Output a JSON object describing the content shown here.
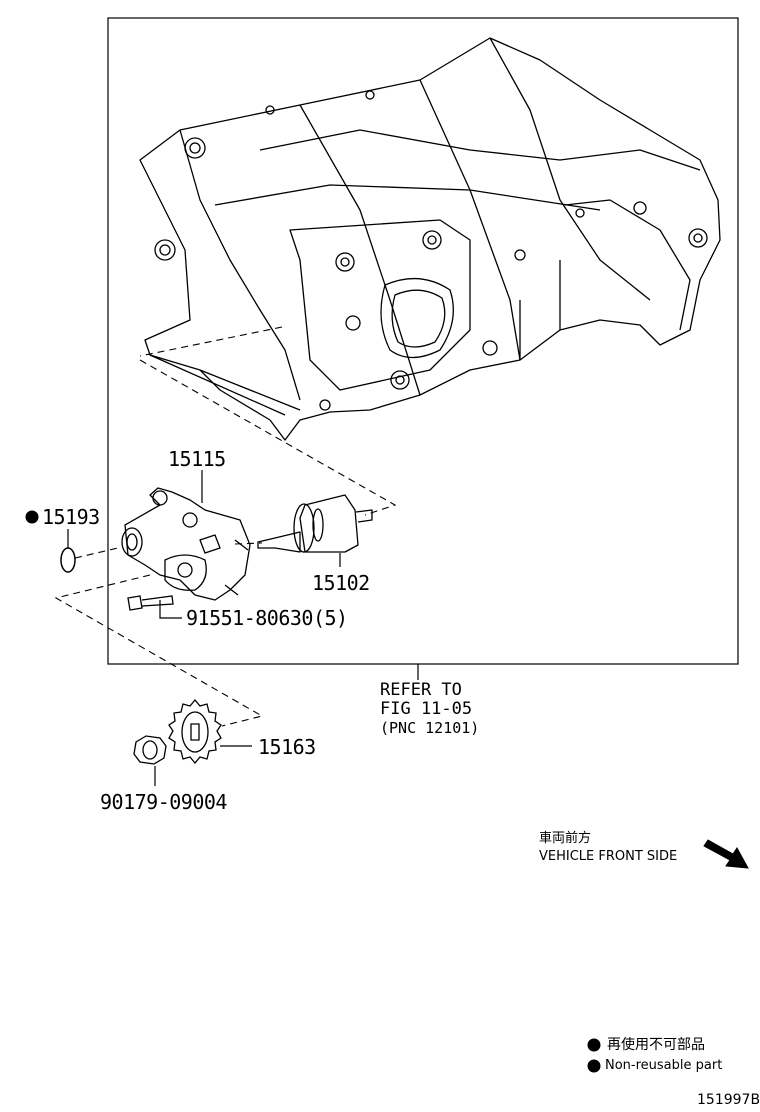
{
  "callouts": {
    "p15115": "15115",
    "p15193": "15193",
    "p15102": "15102",
    "p91551": "91551-80630(5)",
    "p15163": "15163",
    "p90179": "90179-09004"
  },
  "refer": {
    "line1": "REFER TO",
    "line2": "FIG 11-05",
    "line3": "(PNC 12101)"
  },
  "direction": {
    "jp": "車両前方",
    "en": "VEHICLE FRONT SIDE"
  },
  "legend": {
    "jp": "再使用不可部品",
    "en": "Non-reusable part"
  },
  "figure_id": "151997B",
  "colors": {
    "ink": "#000000",
    "paper": "#ffffff"
  }
}
